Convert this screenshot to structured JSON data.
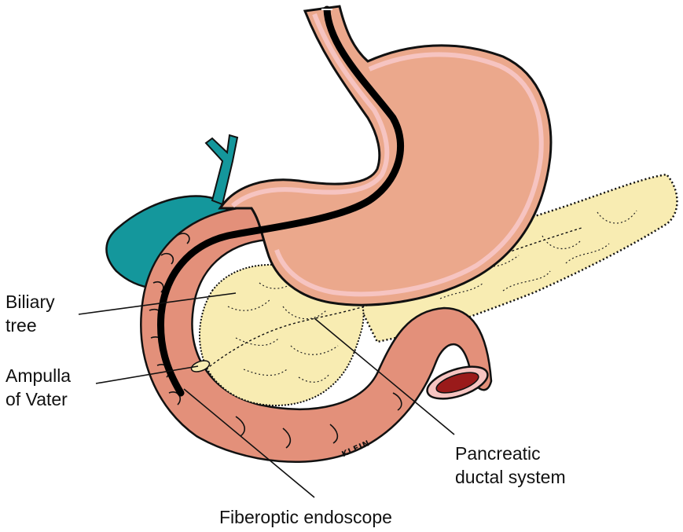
{
  "labels": {
    "biliary_tree": [
      "Biliary",
      "tree"
    ],
    "ampulla_of_vater": [
      "Ampulla",
      "of Vater"
    ],
    "pancreatic_ductal_system": [
      "Pancreatic",
      "ductal system"
    ],
    "fiberoptic_endoscope": "Fiberoptic endoscope"
  },
  "artist_signature": "KLEIN",
  "colors": {
    "stomach": "#eba88c",
    "stomach_wall": "#f6c4c1",
    "pancreas": "#f8ecb2",
    "gallbladder": "#14979c",
    "intestine": "#e3907a",
    "lumen": "#9a1a1a",
    "endoscope": "#000000",
    "outline": "#111111",
    "leader_line": "#111111"
  }
}
